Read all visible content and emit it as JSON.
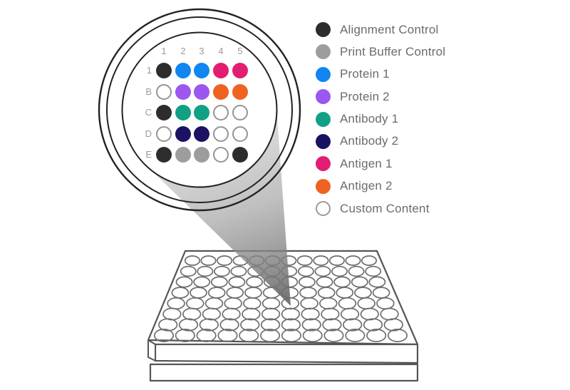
{
  "diagram": {
    "title": "microarray-well-map",
    "magnifier": {
      "column_labels": [
        "1",
        "2",
        "3",
        "4",
        "5"
      ],
      "row_labels": [
        "1",
        "B",
        "C",
        "D",
        "E"
      ],
      "spots": [
        [
          "alignment_control",
          "protein_1",
          "protein_1",
          "antigen_1",
          "antigen_1"
        ],
        [
          "custom_content",
          "protein_2",
          "protein_2",
          "antigen_2",
          "antigen_2"
        ],
        [
          "alignment_control",
          "antibody_1",
          "antibody_1",
          "custom_content",
          "custom_content"
        ],
        [
          "custom_content",
          "antibody_2",
          "antibody_2",
          "custom_content",
          "custom_content"
        ],
        [
          "alignment_control",
          "print_buffer_control",
          "print_buffer_control",
          "custom_content",
          "alignment_control"
        ]
      ]
    },
    "legend": {
      "items": [
        {
          "key": "alignment_control",
          "label": "Alignment Control",
          "color": "#2d2d2d",
          "outline": false
        },
        {
          "key": "print_buffer_control",
          "label": "Print Buffer Control",
          "color": "#9d9d9d",
          "outline": false
        },
        {
          "key": "protein_1",
          "label": "Protein 1",
          "color": "#0f86f0",
          "outline": false
        },
        {
          "key": "protein_2",
          "label": "Protein 2",
          "color": "#9b57f0",
          "outline": false
        },
        {
          "key": "antibody_1",
          "label": "Antibody 1",
          "color": "#10a185",
          "outline": false
        },
        {
          "key": "antibody_2",
          "label": "Antibody 2",
          "color": "#1a1262",
          "outline": false
        },
        {
          "key": "antigen_1",
          "label": "Antigen 1",
          "color": "#e31d72",
          "outline": false
        },
        {
          "key": "antigen_2",
          "label": "Antigen 2",
          "color": "#f06222",
          "outline": false
        },
        {
          "key": "custom_content",
          "label": "Custom Content",
          "color": "#ffffff",
          "outline": true
        }
      ]
    },
    "plate": {
      "rows": 8,
      "columns": 12,
      "well_count": 96
    }
  },
  "colors": {
    "outline_dark": "#222222",
    "plate_stroke": "#555555",
    "well_stroke": "#6e6e6e",
    "label_gray": "#9b9b9b",
    "legend_text": "#6b6b6b"
  }
}
